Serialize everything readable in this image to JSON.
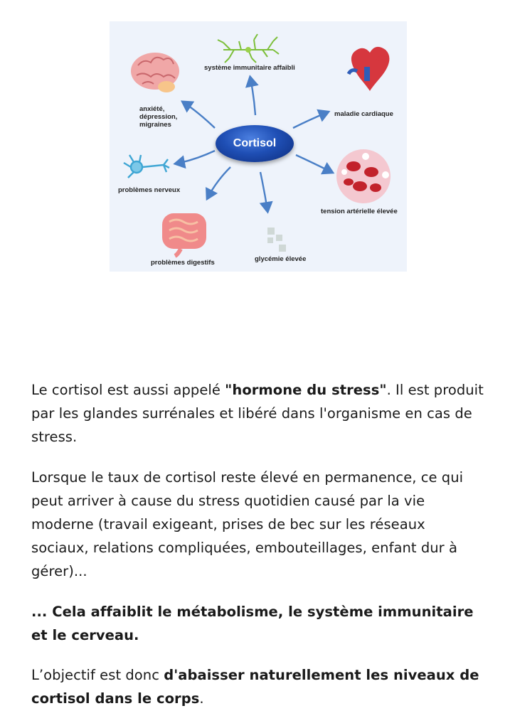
{
  "figure": {
    "center_label": "Cortisol",
    "effects": {
      "immune": "système immunitaire affaibli",
      "anxiety_l1": "anxiété,",
      "anxiety_l2": "dépression,",
      "anxiety_l3": "migraines",
      "heart": "maladie cardiaque",
      "nerves": "problèmes nerveux",
      "blood": "tension artérielle élevée",
      "digestive": "problèmes digestifs",
      "glucose": "glycémie élevée"
    },
    "colors": {
      "hub": "#1f4fb5",
      "arrow": "#4a7fc6",
      "background": "#eef3fb"
    },
    "icons": [
      "brain-icon",
      "neuron-icon",
      "heart-icon",
      "nerve-cell-icon",
      "blood-cells-icon",
      "intestine-icon",
      "glucose-icon"
    ]
  },
  "article": {
    "p1_a": "Le cortisol est aussi appelé ",
    "p1_bold": "\"hormone du stress\"",
    "p1_b": ". Il est produit par les glandes surrénales et libéré dans l'organisme en cas de stress.",
    "p2": "Lorsque le taux de cortisol reste élevé en permanence, ce qui peut arriver à cause du stress quotidien causé par la vie moderne (travail exigeant, prises de bec sur les réseaux sociaux, relations compliquées, embouteillages, enfant dur à gérer)...",
    "p3": "... Cela affaiblit le métabolisme, le système immunitaire et le cerveau.",
    "p4_a": "L’objectif est donc ",
    "p4_bold": "d'abaisser naturellement les niveaux de cortisol dans le corps",
    "p4_b": "."
  }
}
